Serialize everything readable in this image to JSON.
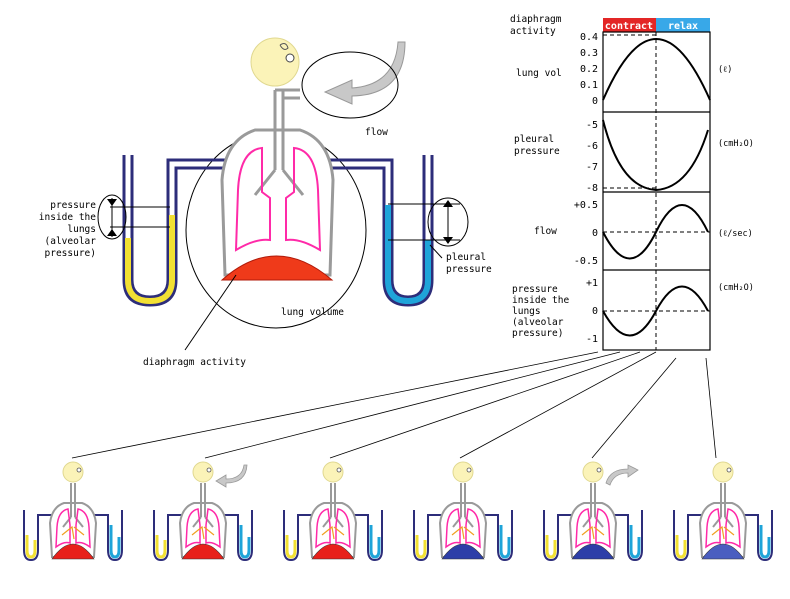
{
  "main_diagram": {
    "labels": {
      "flow": "flow",
      "lung_volume": "lung volume",
      "diaphragm_activity": "diaphragm activity",
      "pleural_pressure": [
        "pleural",
        "pressure"
      ],
      "alveolar_pressure": [
        "pressure",
        "inside the",
        "lungs",
        "(alveolar",
        "pressure)"
      ]
    },
    "colors": {
      "tube_outline": "#2d2d7a",
      "left_fluid": "#f2e033",
      "right_fluid": "#1fa4d9",
      "lung_outline": "#ff2aa8",
      "diaphragm": "#ef3a1a",
      "head": "#fbf3b8"
    }
  },
  "graph": {
    "top_labels": {
      "diaphragm_activity": [
        "diaphragm",
        "activity"
      ],
      "contract": "contract",
      "relax": "relax"
    },
    "colors": {
      "contract": "#e32626",
      "relax": "#38a8e8"
    },
    "panels": [
      {
        "label": [
          "lung vol"
        ],
        "unit": "(ℓ)",
        "ticks": [
          "0.4",
          "0.3",
          "0.2",
          "0.1",
          "0"
        ]
      },
      {
        "label": [
          "pleural",
          "pressure"
        ],
        "unit": "(cmH₂O)",
        "ticks": [
          "-5",
          "-6",
          "-7",
          "-8"
        ]
      },
      {
        "label": [
          "flow"
        ],
        "unit": "(ℓ/sec)",
        "ticks": [
          "+0.5",
          "0",
          "-0.5"
        ]
      },
      {
        "label": [
          "pressure",
          "inside the",
          "lungs",
          "(alveolar",
          "pressure)"
        ],
        "unit": "(cmH₂O)",
        "ticks": [
          "+1",
          "0",
          "-1"
        ]
      }
    ]
  },
  "timeline": {
    "frames": [
      {
        "diaphragm_color": "#e8201a",
        "flow_arrow": "none"
      },
      {
        "diaphragm_color": "#e8201a",
        "flow_arrow": "in"
      },
      {
        "diaphragm_color": "#e8201a",
        "flow_arrow": "none"
      },
      {
        "diaphragm_color": "#2d3ea8",
        "flow_arrow": "none"
      },
      {
        "diaphragm_color": "#2d3ea8",
        "flow_arrow": "out"
      },
      {
        "diaphragm_color": "#4a5ec0",
        "flow_arrow": "none"
      }
    ]
  }
}
